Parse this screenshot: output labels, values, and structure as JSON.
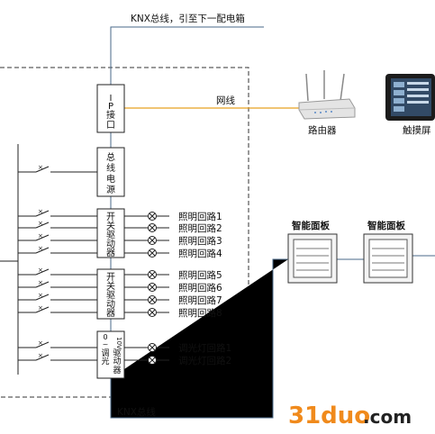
{
  "top_bus_label": "KNX总线，引至下一配电箱",
  "bottom_bus_label": "KNX总线",
  "network_label": "网线",
  "router_label": "路由器",
  "touchscreen_label": "触摸屏",
  "ip_interface": [
    "I",
    "P",
    "接",
    "口"
  ],
  "bus_power": [
    "总",
    "线",
    "电",
    "源"
  ],
  "switch_driver_1": [
    "开",
    "关",
    "驱",
    "动",
    "器"
  ],
  "switch_driver_2": [
    "开",
    "关",
    "驱",
    "动",
    "器"
  ],
  "dimmer_driver": [
    "0",
    "~",
    "10V",
    "调",
    "光",
    "驱",
    "动",
    "器"
  ],
  "lighting_circuits": [
    "照明回路1",
    "照明回路2",
    "照明回路3",
    "照明回路4",
    "照明回路5",
    "照明回路6",
    "照明回路7",
    "照明回路8"
  ],
  "dimming_circuits": [
    "调光灯回路1",
    "调光灯回路2"
  ],
  "panel_1_label": "智能面板",
  "panel_2_label": "智能面板",
  "watermark": {
    "main": "31duo",
    "suffix": ".com",
    "color_main": "#f08a1c",
    "color_suffix": "#222222"
  },
  "colors": {
    "bus": "#4a6a8a",
    "network": "#e8a020",
    "enclosure": "#333333",
    "panel_fill": "#f3f3f3"
  }
}
